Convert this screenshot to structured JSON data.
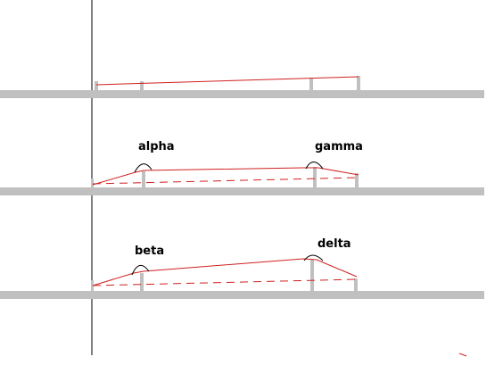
{
  "labels": {
    "alpha": "alpha",
    "gamma": "gamma",
    "beta": "beta",
    "delta": "delta"
  },
  "colors": {
    "rail": "#c0c0c0",
    "line": "#d02020",
    "axis": "#000000",
    "background": "#ffffff"
  }
}
